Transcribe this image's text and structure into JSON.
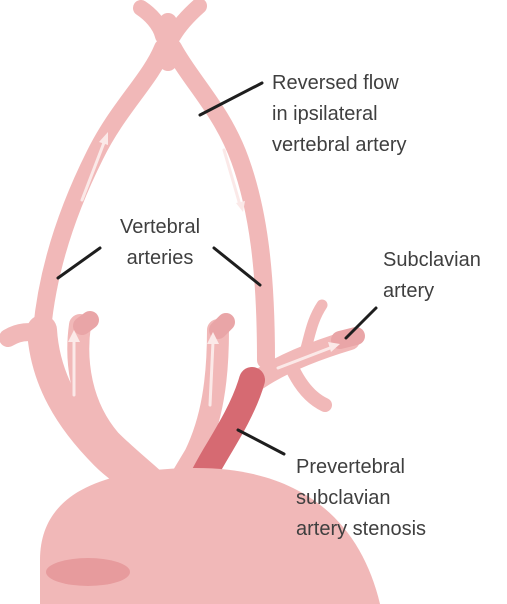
{
  "labels": {
    "reversed_flow": [
      "Reversed flow",
      "in ipsilateral",
      "vertebral artery"
    ],
    "vertebral": [
      "Vertebral",
      "arteries"
    ],
    "subclavian": [
      "Subclavian",
      "artery"
    ],
    "stenosis": [
      "Prevertebral",
      "subclavian",
      "artery stenosis"
    ]
  },
  "colors": {
    "vessel": "#f1b8b8",
    "vessel_dark": "#e9a5a7",
    "aorta_inner": "#e79b9d",
    "stenosis": "#d66a72",
    "arrow": "#fbe9e8",
    "leader": "#1e1e1e",
    "text": "#3f3f3f"
  }
}
